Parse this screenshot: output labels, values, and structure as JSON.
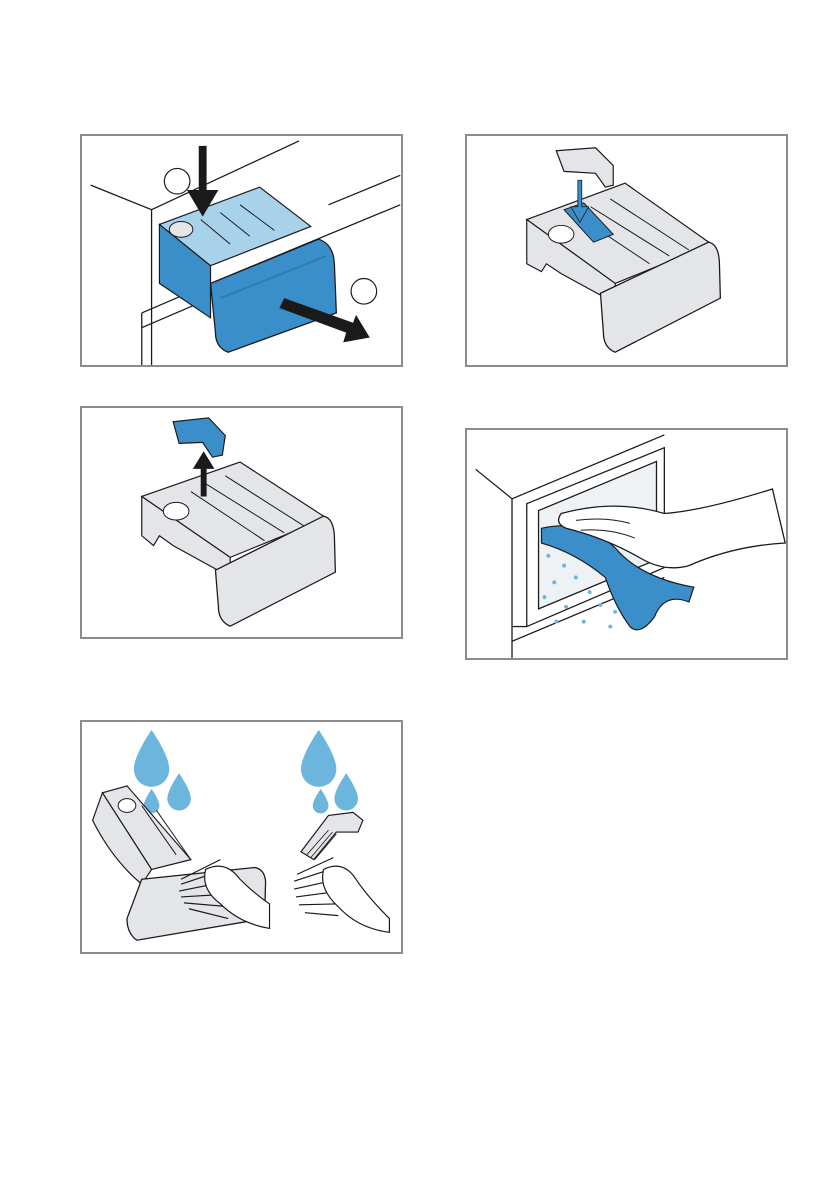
{
  "colors": {
    "drawer_blue": "#3a8fca",
    "drawer_blue_dark": "#2f7bb4",
    "drawer_blue_light": "#a8d2ea",
    "water_drop": "#6cb5dd",
    "drawer_grey": "#e3e5e8",
    "line": "#1a1a1a",
    "frame": "#8c8c8c"
  },
  "figures": [
    {
      "id": "remove-drawer",
      "steps": [
        "",
        ""
      ]
    },
    {
      "id": "insert-insert"
    },
    {
      "id": "pull-out-insert"
    },
    {
      "id": "wipe-drawer-recess"
    },
    {
      "id": "rinse-drawer-and-insert"
    }
  ]
}
